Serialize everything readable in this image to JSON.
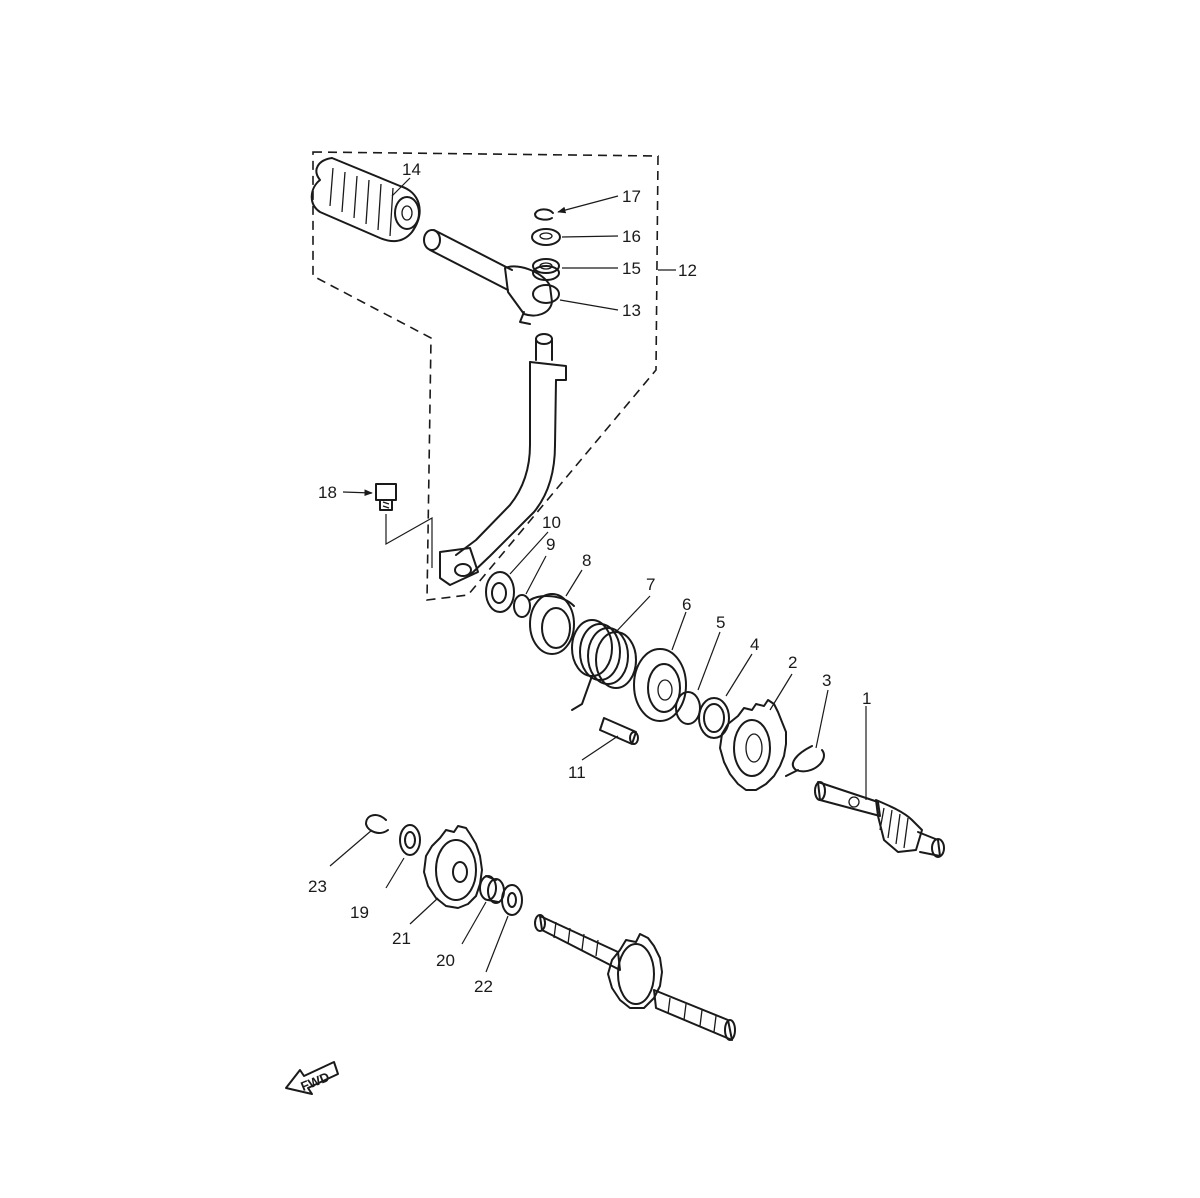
{
  "callouts": [
    "1",
    "2",
    "3",
    "4",
    "5",
    "6",
    "7",
    "8",
    "9",
    "10",
    "11",
    "12",
    "13",
    "14",
    "15",
    "16",
    "17",
    "18",
    "19",
    "20",
    "21",
    "22",
    "23"
  ],
  "fwd_label": "FWD",
  "colors": {
    "ink": "#1a1a1a",
    "background": "#ffffff"
  }
}
